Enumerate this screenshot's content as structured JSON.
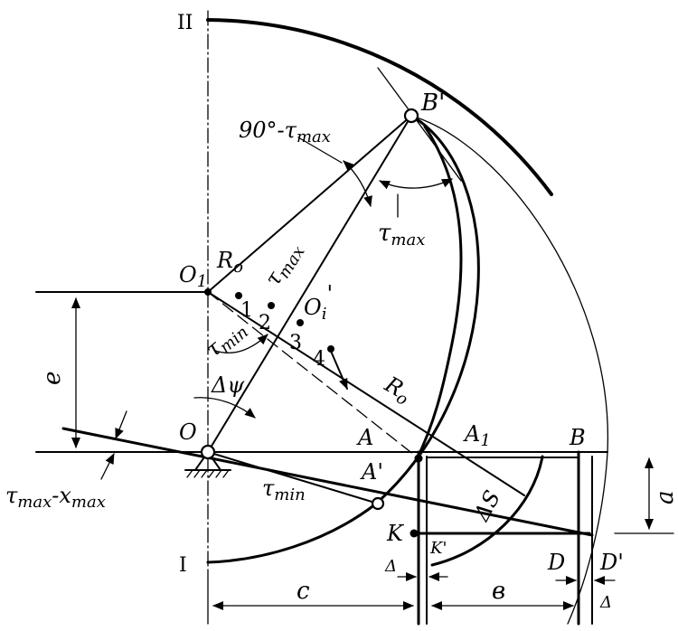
{
  "labels": {
    "roman_top": "II",
    "roman_bottom": "I",
    "b_prime": "B'",
    "o1": "O",
    "o1_sub": "1",
    "o": "O",
    "r0_left": "R",
    "r0_left_sub": "o",
    "r0_right": "R",
    "r0_right_sub": "o",
    "o1_prime": "O",
    "o1_prime_sub": "i",
    "o1_prime_mark": "'",
    "angle_complement": "90°-τ",
    "angle_complement_sub": "max",
    "tau_max_arc": "τ",
    "tau_max_arc_sub": "max",
    "tau_max_line": "τ",
    "tau_max_line_sub": "max",
    "tau_min_angle": "τ",
    "tau_min_angle_sub": "min",
    "tau_min_line": "τ",
    "tau_min_line_sub": "min",
    "delta_psi": "Δψ",
    "tau_x_left": "τ",
    "tau_x_left_sub": "max",
    "tau_x_dash": "-",
    "tau_x_right": "x",
    "tau_x_right_sub": "max",
    "pt1": "1",
    "pt2": "2",
    "pt3": "3",
    "pt4": "4",
    "a_upper": "A",
    "a1": "A",
    "a1_sub": "1",
    "a_prime": "A'",
    "b": "B",
    "delta_s": "ΔS",
    "k": "K",
    "k_prime": "K'",
    "d": "D",
    "d_prime": "D'",
    "delta_left": "Δ",
    "delta_right": "Δ",
    "dim_e": "e",
    "dim_a": "a",
    "dim_c": "c",
    "dim_b": "в"
  }
}
